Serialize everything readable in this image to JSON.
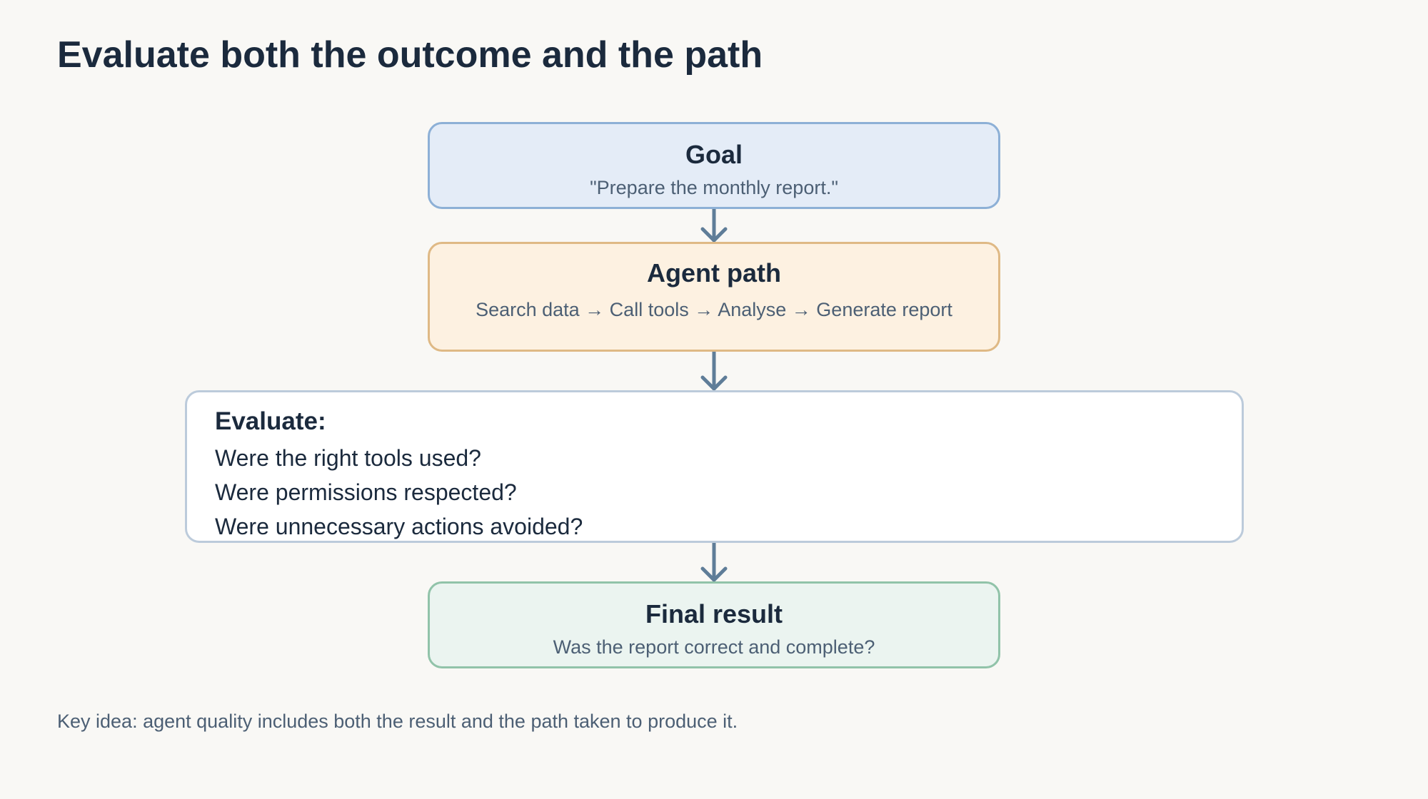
{
  "title": "Evaluate both the outcome and the path",
  "goal": {
    "heading": "Goal",
    "text": "\"Prepare the monthly report.\""
  },
  "agent_path": {
    "heading": "Agent path",
    "text": "Search data → Call tools → Analyse → Generate report"
  },
  "evaluate": {
    "heading": "Evaluate:",
    "questions": [
      "Were the right tools used?",
      "Were permissions respected?",
      "Were unnecessary actions avoided?"
    ]
  },
  "final_result": {
    "heading": "Final result",
    "text": "Was the report correct and complete?"
  },
  "key_idea": "Key idea: agent quality includes both the result and the path taken to produce it.",
  "colors": {
    "background": "#f9f8f5",
    "goal_fill": "#e4ecf7",
    "goal_border": "#8db0d6",
    "path_fill": "#fdf1e1",
    "path_border": "#dfb985",
    "evaluate_fill": "#ffffff",
    "evaluate_border": "#bccbdb",
    "result_fill": "#ebf4f0",
    "result_border": "#91c3a9",
    "arrow": "#5f7d98",
    "heading_text": "#1b2a3d",
    "body_text": "#4c5f74"
  }
}
